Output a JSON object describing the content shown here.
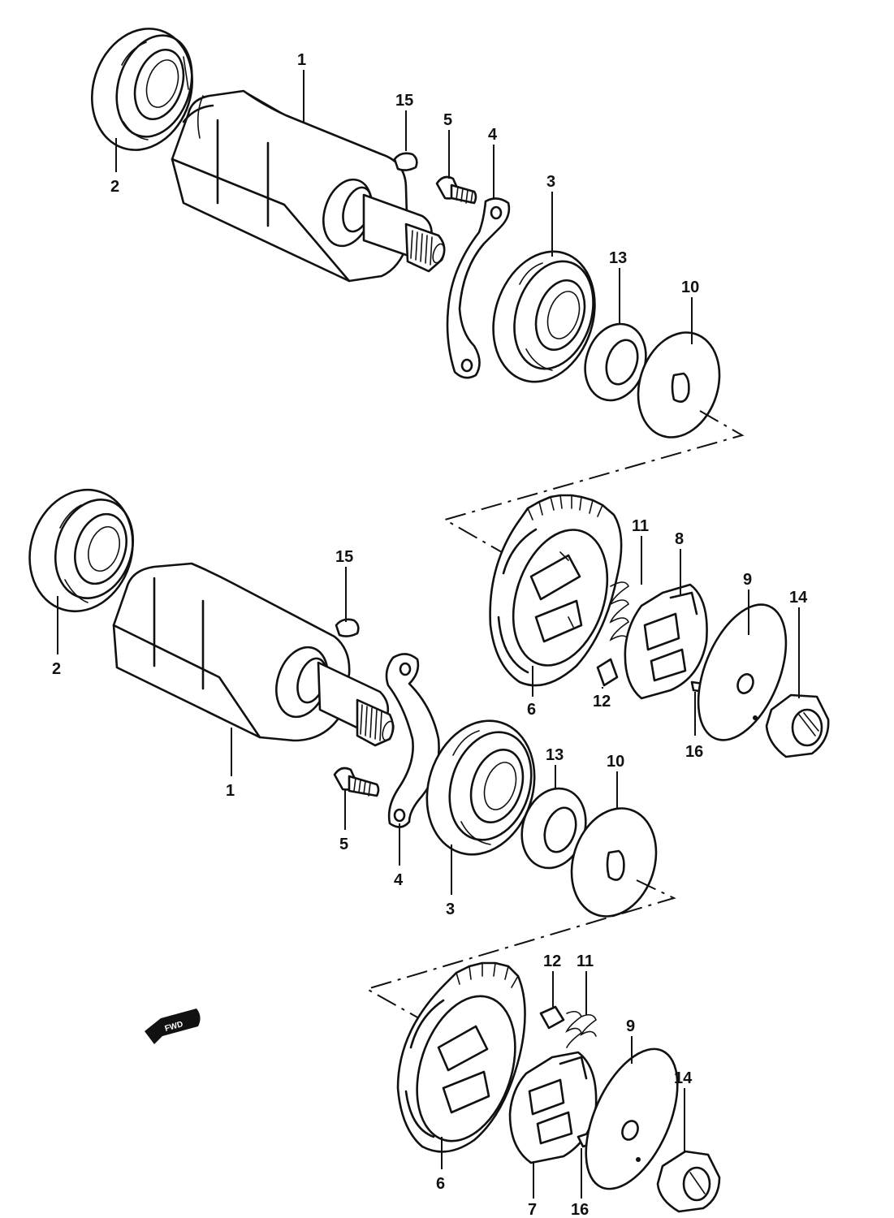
{
  "diagram": {
    "upper_assembly": {
      "callouts": [
        {
          "id": "u-1",
          "label": "1"
        },
        {
          "id": "u-2",
          "label": "2"
        },
        {
          "id": "u-15",
          "label": "15"
        },
        {
          "id": "u-5",
          "label": "5"
        },
        {
          "id": "u-4",
          "label": "4"
        },
        {
          "id": "u-3",
          "label": "3"
        },
        {
          "id": "u-13",
          "label": "13"
        },
        {
          "id": "u-10",
          "label": "10"
        },
        {
          "id": "u-11",
          "label": "11"
        },
        {
          "id": "u-8",
          "label": "8"
        },
        {
          "id": "u-9",
          "label": "9"
        },
        {
          "id": "u-14",
          "label": "14"
        },
        {
          "id": "u-6",
          "label": "6"
        },
        {
          "id": "u-12",
          "label": "12"
        },
        {
          "id": "u-16",
          "label": "16"
        }
      ]
    },
    "lower_assembly": {
      "callouts": [
        {
          "id": "l-2",
          "label": "2"
        },
        {
          "id": "l-15",
          "label": "15"
        },
        {
          "id": "l-1",
          "label": "1"
        },
        {
          "id": "l-5",
          "label": "5"
        },
        {
          "id": "l-4",
          "label": "4"
        },
        {
          "id": "l-3",
          "label": "3"
        },
        {
          "id": "l-13",
          "label": "13"
        },
        {
          "id": "l-10",
          "label": "10"
        },
        {
          "id": "l-12",
          "label": "12"
        },
        {
          "id": "l-11",
          "label": "11"
        },
        {
          "id": "l-9",
          "label": "9"
        },
        {
          "id": "l-14",
          "label": "14"
        },
        {
          "id": "l-6",
          "label": "6"
        },
        {
          "id": "l-7",
          "label": "7"
        },
        {
          "id": "l-16",
          "label": "16"
        }
      ]
    },
    "direction_badge": {
      "label": "FWD"
    }
  }
}
